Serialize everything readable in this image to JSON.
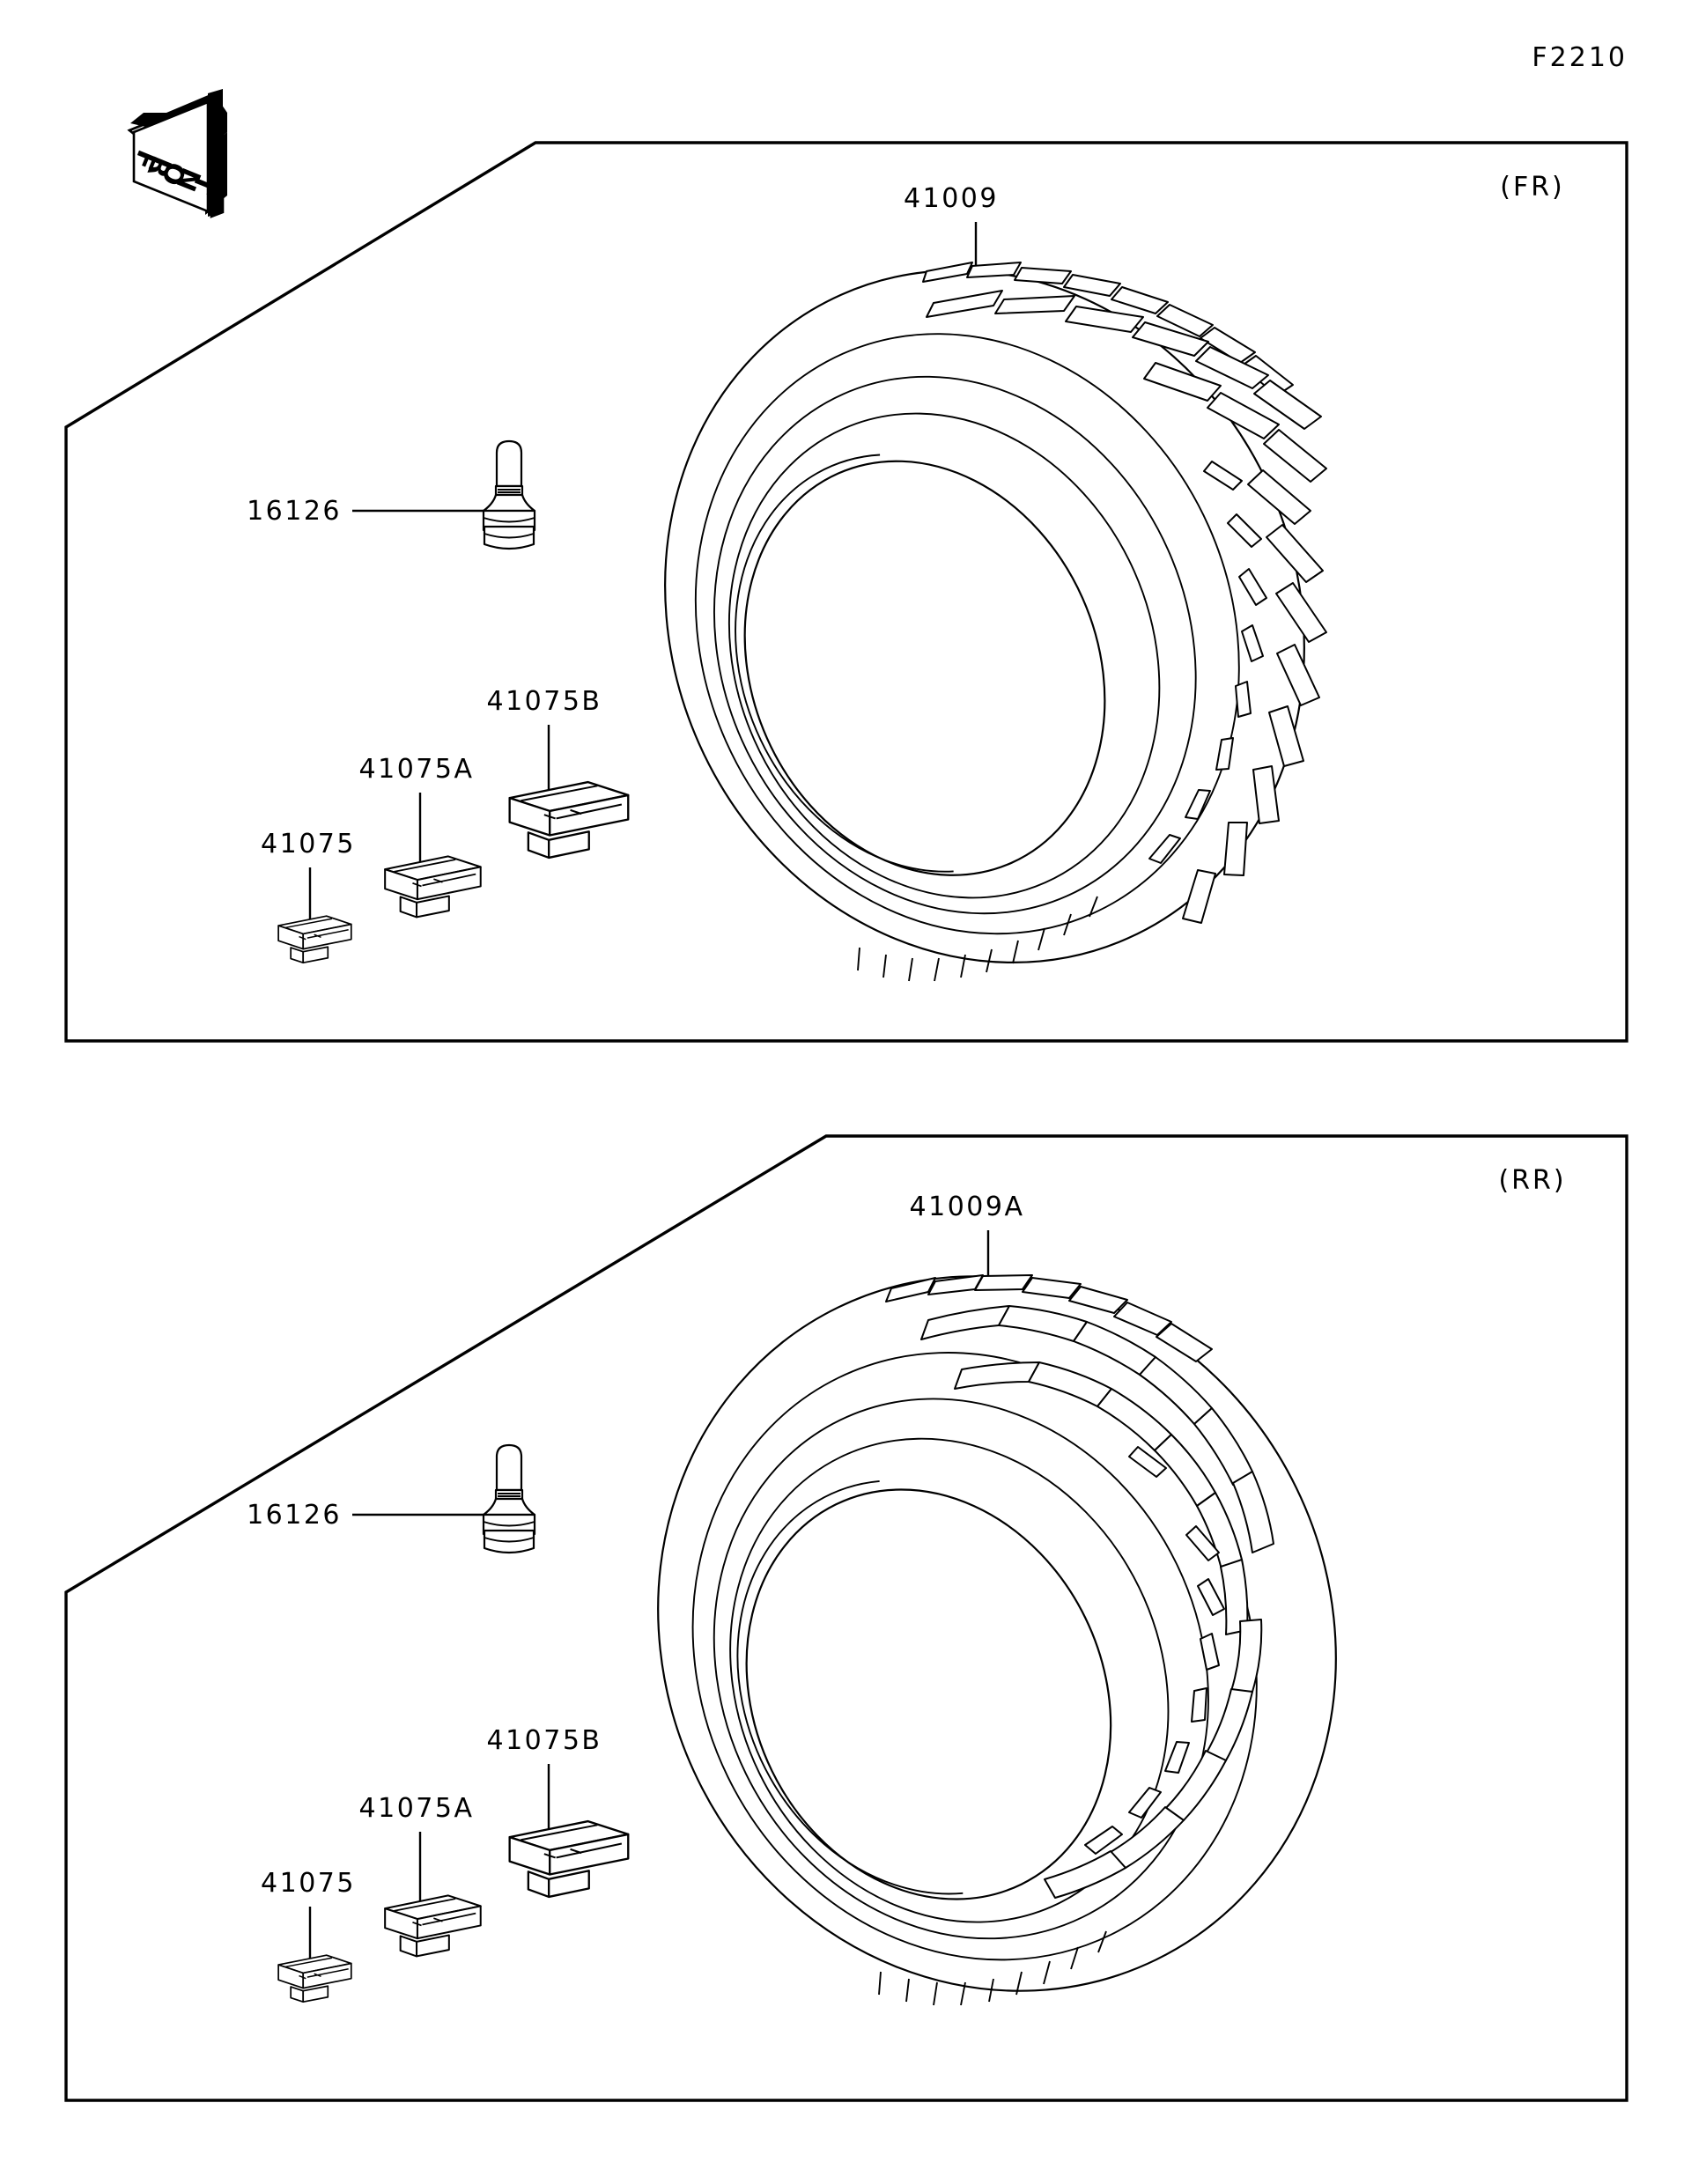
{
  "sheet": {
    "doc_code": "F2210",
    "background_color": "#ffffff",
    "line_color": "#000000"
  },
  "front_marker": {
    "label": "FRONT",
    "letters": [
      "F",
      "R",
      "O",
      "N",
      "T"
    ],
    "direction": "left",
    "icon": "front-arrow-icon"
  },
  "panels": [
    {
      "id": "front-wheel-panel",
      "corner_tag": "(FR)",
      "tire": {
        "callout": "41009",
        "name": "tire-front",
        "type": "front",
        "tread_groove_count": 26
      },
      "valve": {
        "callout": "16126",
        "name": "valve-stem"
      },
      "weights": [
        {
          "callout": "41075",
          "name": "balance-weight-small",
          "size": "small"
        },
        {
          "callout": "41075A",
          "name": "balance-weight-medium",
          "size": "medium"
        },
        {
          "callout": "41075B",
          "name": "balance-weight-large",
          "size": "large"
        }
      ]
    },
    {
      "id": "rear-wheel-panel",
      "corner_tag": "(RR)",
      "tire": {
        "callout": "41009A",
        "name": "tire-rear",
        "type": "rear",
        "tread_groove_count": 24
      },
      "valve": {
        "callout": "16126",
        "name": "valve-stem"
      },
      "weights": [
        {
          "callout": "41075",
          "name": "balance-weight-small",
          "size": "small"
        },
        {
          "callout": "41075A",
          "name": "balance-weight-medium",
          "size": "medium"
        },
        {
          "callout": "41075B",
          "name": "balance-weight-large",
          "size": "large"
        }
      ]
    }
  ]
}
